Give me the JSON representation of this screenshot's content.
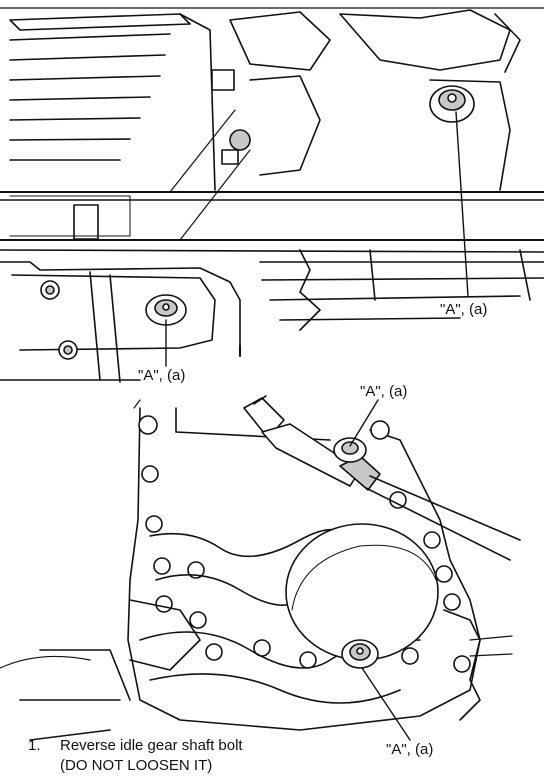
{
  "figure": {
    "callouts": [
      {
        "id": "top-right",
        "text": "\"A\", (a)"
      },
      {
        "id": "top-left",
        "text": "\"A\", (a)"
      },
      {
        "id": "bottom-upper",
        "text": "\"A\", (a)"
      },
      {
        "id": "bottom-lower",
        "text": "\"A\", (a)"
      }
    ],
    "legend": {
      "number": "1.",
      "line1": "Reverse idle gear shaft bolt",
      "line2": "(DO NOT LOOSEN IT)"
    },
    "colors": {
      "ink": "#111111",
      "paper": "#ffffff",
      "shade": "#c8c8c8"
    }
  }
}
